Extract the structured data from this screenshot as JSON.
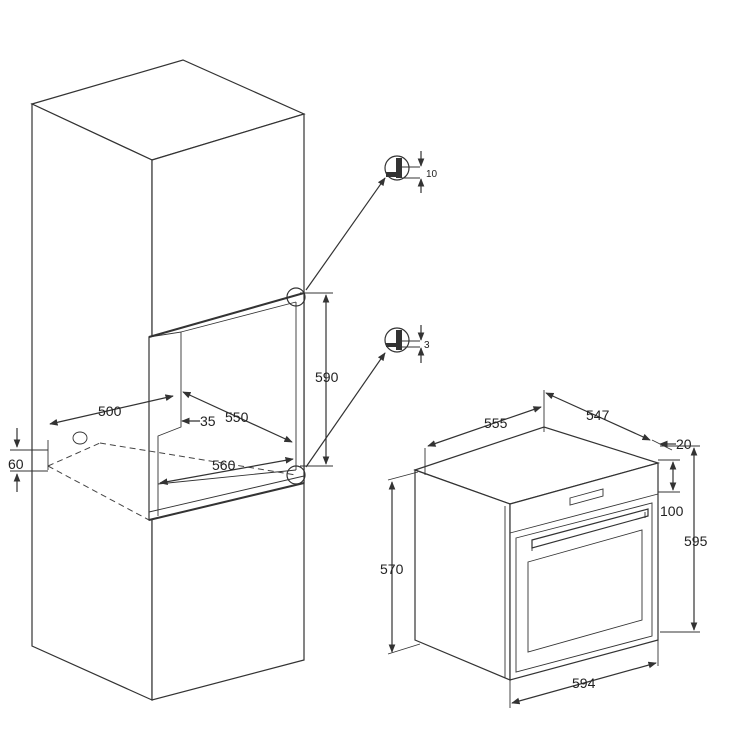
{
  "diagram": {
    "stroke_color": "#333333",
    "background": "#ffffff",
    "niche_dimensions": {
      "height": "590",
      "depth": "500",
      "offset": "35",
      "width_inner": "550",
      "width_outer": "560",
      "vent": "60"
    },
    "detail_callouts": {
      "top_gap": "10",
      "bottom_gap": "3"
    },
    "oven_dimensions": {
      "depth": "555",
      "body_depth": "547",
      "front_thickness": "20",
      "panel_height": "100",
      "total_height": "595",
      "body_height": "570",
      "width": "594"
    }
  }
}
